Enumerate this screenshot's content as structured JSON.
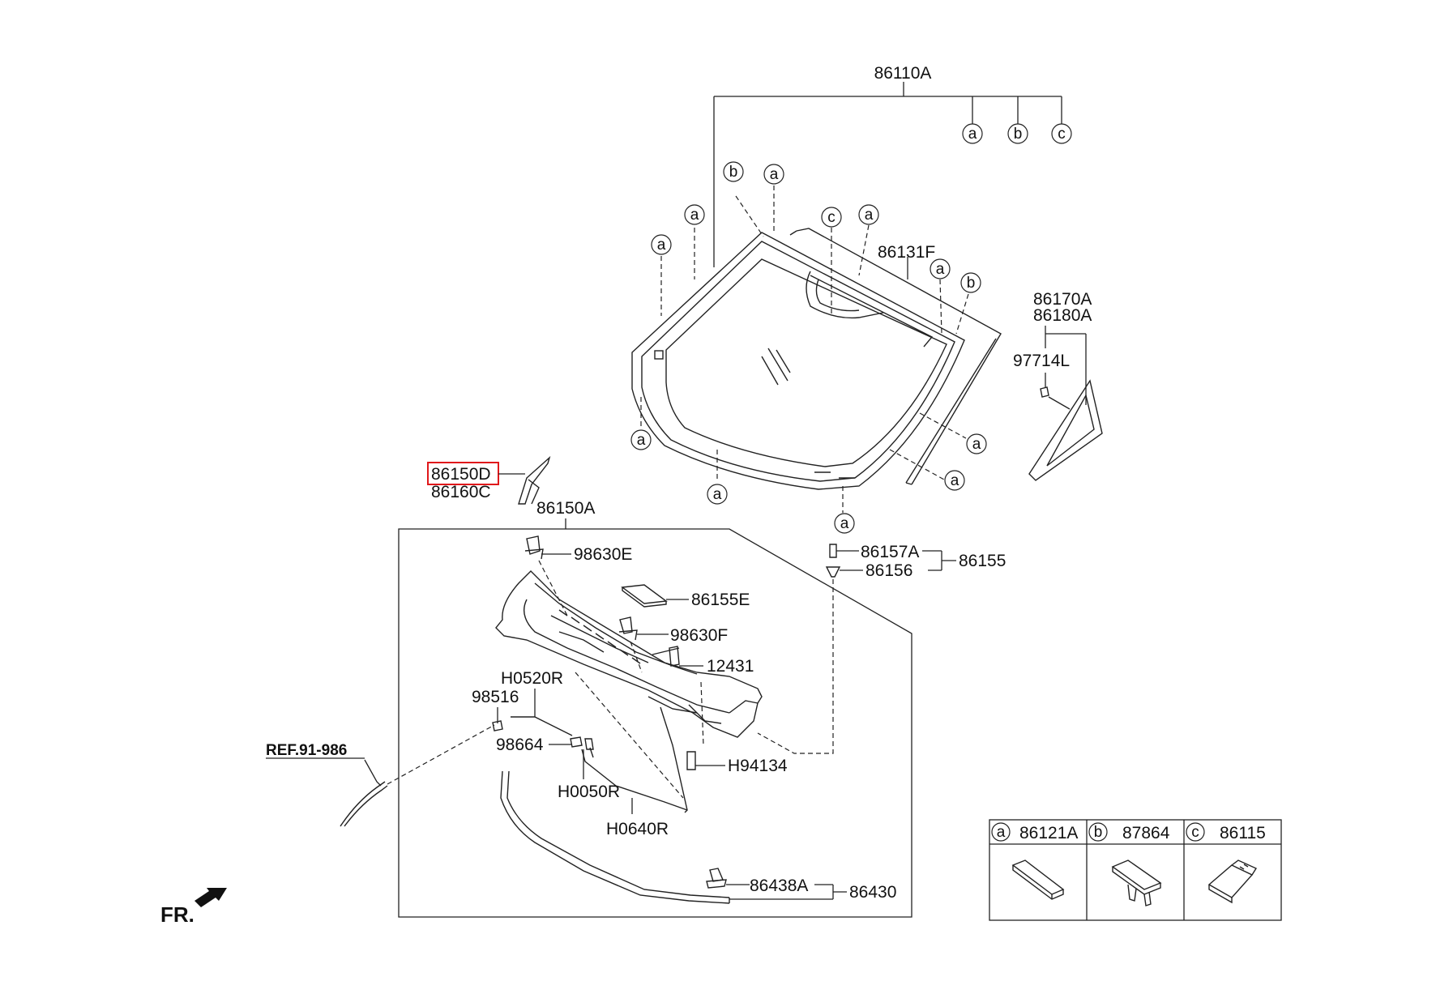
{
  "callout_letters": {
    "a": "a",
    "b": "b",
    "c": "c"
  },
  "labels": {
    "windshield_assy": "86110A",
    "windshield_molding": "86131F",
    "quarter_glass_lh": "86170A",
    "quarter_glass_rh": "86180A",
    "quarter_clip": "97714L",
    "garnish_upper": "86150D",
    "garnish_lower": "86160C",
    "cowl_panel_assy": "86150A",
    "cowl_clip_e": "98630E",
    "cowl_clip_f": "98630F",
    "cowl_seal": "86155E",
    "screw_12431": "12431",
    "hose_h0520r": "H0520R",
    "nozzle_98516": "98516",
    "connector_98664": "98664",
    "hose_h0050r": "H0050R",
    "hose_h0640r": "H0640R",
    "bolt_h94134": "H94134",
    "ref_label": "REF.91-986",
    "stopper_86157a": "86157A",
    "stopper_assy": "86155",
    "stopper_86156": "86156",
    "seal_clip": "86438A",
    "seal_assy": "86430",
    "front_indicator": "FR."
  },
  "legend": {
    "a": "86121A",
    "b": "87864",
    "c": "86115"
  },
  "colors": {
    "highlight": "#e0181b",
    "line": "#222222"
  }
}
